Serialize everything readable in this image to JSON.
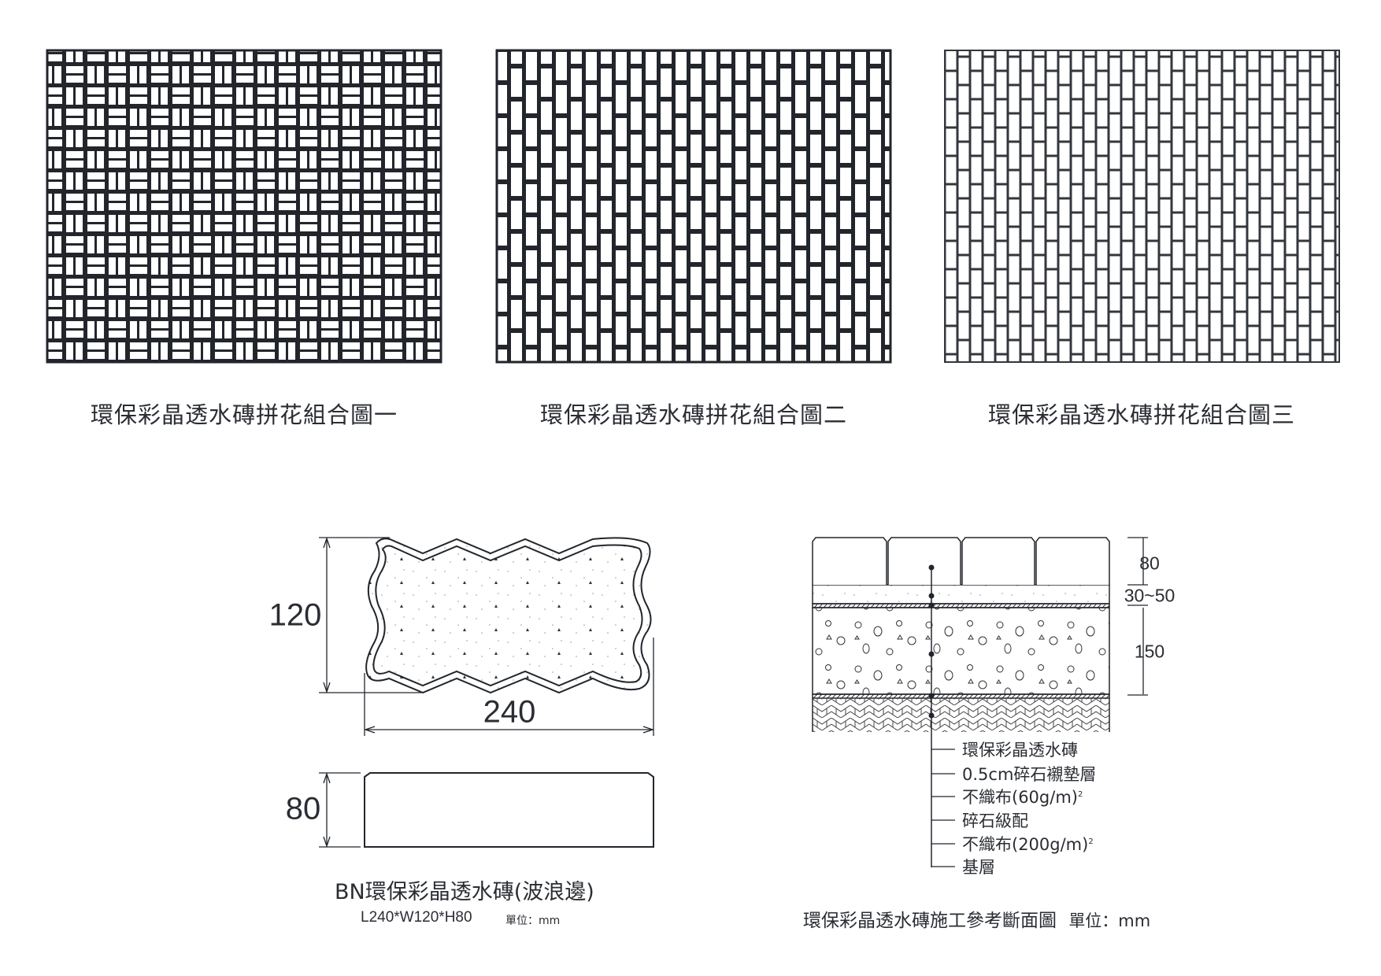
{
  "patterns": [
    {
      "caption": "環保彩晶透水磚拼花組合圖一",
      "style": "basketweave"
    },
    {
      "caption": "環保彩晶透水磚拼花組合圖二",
      "style": "running-bond-bold"
    },
    {
      "caption": "環保彩晶透水磚拼花組合圖三",
      "style": "running-bond-fine"
    }
  ],
  "brick": {
    "width_dim": "240",
    "height_dim": "120",
    "thickness_dim": "80",
    "title": "BN環保彩晶透水磚(波浪邊)",
    "spec": "L240*W120*H80",
    "unit": "單位：mm"
  },
  "section": {
    "dims": [
      "80",
      "30~50",
      "150"
    ],
    "layers": [
      {
        "label": "環保彩晶透水磚",
        "sup": ""
      },
      {
        "label": "0.5cm碎石襯墊層",
        "sup": ""
      },
      {
        "label": "不織布(60g/m)",
        "sup": "2"
      },
      {
        "label": "碎石級配",
        "sup": ""
      },
      {
        "label": "不織布(200g/m)",
        "sup": "2"
      },
      {
        "label": "基層",
        "sup": ""
      }
    ],
    "title": "環保彩晶透水磚施工參考斷面圖",
    "unit": "單位：mm"
  },
  "colors": {
    "ink": "#22262c"
  }
}
